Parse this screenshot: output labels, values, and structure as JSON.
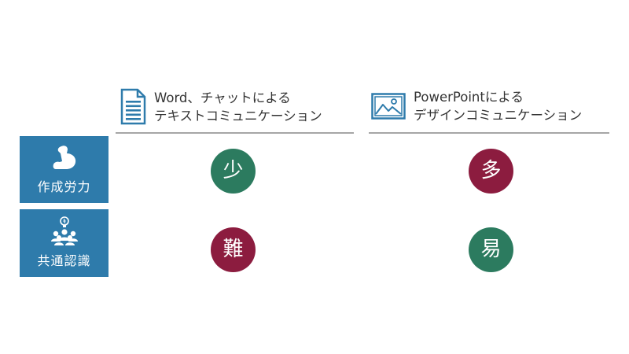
{
  "columns": [
    {
      "line1": "Word、チャットによる",
      "line2": "テキストコミュニケーション",
      "icon": "document-icon"
    },
    {
      "line1": "PowerPointによる",
      "line2": "デザインコミュニケーション",
      "icon": "picture-icon"
    }
  ],
  "rows": [
    {
      "label": "作成労力",
      "icon": "flexed-arm-icon"
    },
    {
      "label": "共通認識",
      "icon": "team-idea-icon"
    }
  ],
  "cells": [
    {
      "text": "少",
      "color": "#2c7b5f"
    },
    {
      "text": "多",
      "color": "#8c1c3f"
    },
    {
      "text": "難",
      "color": "#8c1c3f"
    },
    {
      "text": "易",
      "color": "#2c7b5f"
    }
  ],
  "colors": {
    "header_blue": "#2e7bab",
    "green": "#2c7b5f",
    "maroon": "#8c1c3f",
    "rule": "#a6a6a6"
  }
}
